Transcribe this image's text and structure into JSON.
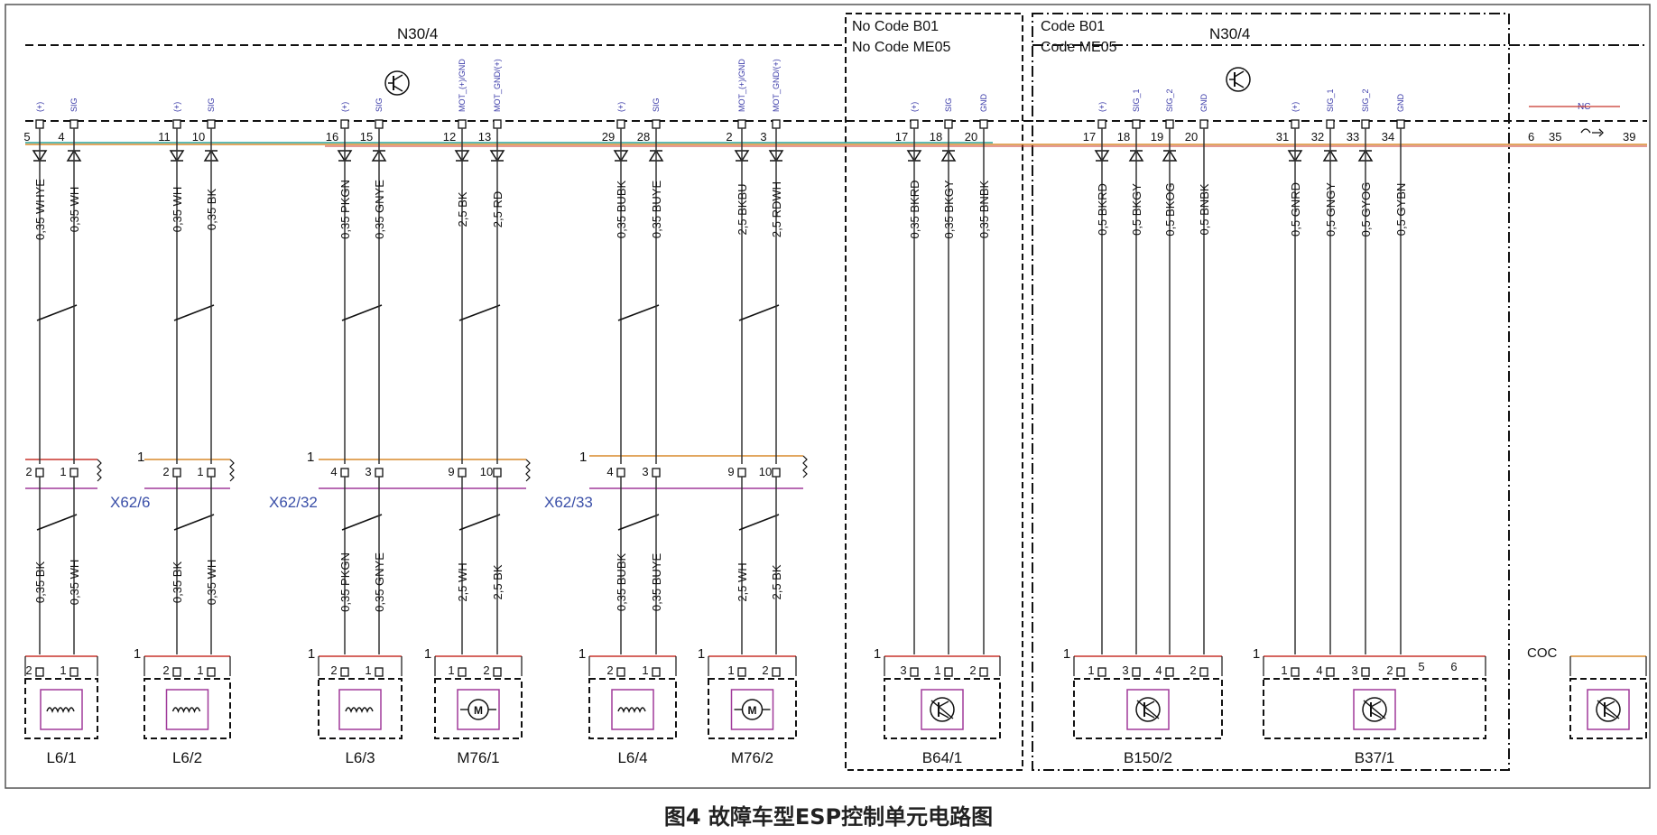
{
  "caption": "图4 故障车型ESP控制单元电路图",
  "colors": {
    "wire": "#222222",
    "frame": "#111111",
    "bus_orange": "#d98a2b",
    "bus_teal": "#2aa39a",
    "bus_red": "#c8342b",
    "pin_label": "#3a3aa8",
    "connector_label": "#3a4fa8",
    "module_purple": "#a03a9a"
  },
  "module": {
    "left_label": "N30/4",
    "right_label": "N30/4"
  },
  "option_boxes": [
    {
      "lines": [
        "No Code B01",
        "No Code ME05"
      ]
    },
    {
      "lines": [
        "Code B01",
        "Code ME05"
      ]
    }
  ],
  "pins": [
    {
      "num": "5",
      "sig": "(+)",
      "wire_top": "0,35 WHYE",
      "wire_bottom": "0,35 BK",
      "inline_pin": "2",
      "comp_pin": "2",
      "arrow": "down"
    },
    {
      "num": "4",
      "sig": "SIG",
      "wire_top": "0,35 WH",
      "wire_bottom": "0,35 WH",
      "inline_pin": "1",
      "comp_pin": "1",
      "arrow": "up"
    },
    {
      "num": "11",
      "sig": "(+)",
      "wire_top": "0,35 WH",
      "wire_bottom": "0,35 BK",
      "inline_pin": "2",
      "comp_pin": "2",
      "arrow": "down"
    },
    {
      "num": "10",
      "sig": "SIG",
      "wire_top": "0,35 BK",
      "wire_bottom": "0,35 WH",
      "inline_pin": "1",
      "comp_pin": "1",
      "arrow": "up"
    },
    {
      "num": "16",
      "sig": "(+)",
      "wire_top": "0,35 PKGN",
      "wire_bottom": "0,35 PKGN",
      "inline_pin": "4",
      "comp_pin": "2",
      "arrow": "down"
    },
    {
      "num": "15",
      "sig": "SIG",
      "wire_top": "0,35 GNYE",
      "wire_bottom": "0,35 GNYE",
      "inline_pin": "3",
      "comp_pin": "1",
      "arrow": "up"
    },
    {
      "num": "12",
      "sig": "MOT_(+)/GND",
      "wire_top": "2,5 BK",
      "wire_bottom": "2,5 WH",
      "inline_pin": "9",
      "comp_pin": "1",
      "arrow": "down"
    },
    {
      "num": "13",
      "sig": "MOT_GND/(+)",
      "wire_top": "2,5 RD",
      "wire_bottom": "2,5 BK",
      "inline_pin": "10",
      "comp_pin": "2",
      "arrow": "down"
    },
    {
      "num": "29",
      "sig": "(+)",
      "wire_top": "0,35 BUBK",
      "wire_bottom": "0,35 BUBK",
      "inline_pin": "4",
      "comp_pin": "2",
      "arrow": "down"
    },
    {
      "num": "28",
      "sig": "SIG",
      "wire_top": "0,35 BUYE",
      "wire_bottom": "0,35 BUYE",
      "inline_pin": "3",
      "comp_pin": "1",
      "arrow": "up"
    },
    {
      "num": "2",
      "sig": "MOT_(+)/GND",
      "wire_top": "2,5 BKBU",
      "wire_bottom": "2,5 WH",
      "inline_pin": "9",
      "comp_pin": "1",
      "arrow": "down"
    },
    {
      "num": "3",
      "sig": "MOT_GND/(+)",
      "wire_top": "2,5 RDWH",
      "wire_bottom": "2,5 BK",
      "inline_pin": "10",
      "comp_pin": "2",
      "arrow": "down"
    },
    {
      "num": "17",
      "sig": "(+)",
      "wire_top": "0,35 BKRD",
      "comp_pin": "3",
      "arrow": "down"
    },
    {
      "num": "18",
      "sig": "SIG",
      "wire_top": "0,35 BKGY",
      "comp_pin": "1",
      "arrow": "up"
    },
    {
      "num": "20",
      "sig": "GND",
      "wire_top": "0,35 BNBK",
      "comp_pin": "2",
      "arrow": "none"
    },
    {
      "num": "17",
      "sig": "(+)",
      "wire_top": "0,5 BKRD",
      "comp_pin": "1",
      "arrow": "down"
    },
    {
      "num": "18",
      "sig": "SIG_1",
      "wire_top": "0,5 BKGY",
      "comp_pin": "3",
      "arrow": "up"
    },
    {
      "num": "19",
      "sig": "SIG_2",
      "wire_top": "0,5 BKOG",
      "comp_pin": "4",
      "arrow": "up"
    },
    {
      "num": "20",
      "sig": "GND",
      "wire_top": "0,5 BNBK",
      "comp_pin": "2",
      "arrow": "none"
    },
    {
      "num": "31",
      "sig": "(+)",
      "wire_top": "0,5 GNRD",
      "comp_pin": "1",
      "arrow": "down"
    },
    {
      "num": "32",
      "sig": "SIG_1",
      "wire_top": "0,5 GNGY",
      "comp_pin": "4",
      "arrow": "up"
    },
    {
      "num": "33",
      "sig": "SIG_2",
      "wire_top": "0,5 GYOG",
      "comp_pin": "3",
      "arrow": "up"
    },
    {
      "num": "34",
      "sig": "GND",
      "wire_top": "0,5 GYBN",
      "comp_pin": "2",
      "arrow": "none"
    }
  ],
  "extra_pins": {
    "p6": "6",
    "p35": "35",
    "p39": "39",
    "nc": "NC"
  },
  "inline_connectors": [
    {
      "label": "X62/6",
      "index": "1"
    },
    {
      "label": "X62/32",
      "index": "1"
    },
    {
      "label": "X62/33",
      "index": "1"
    }
  ],
  "components": [
    {
      "label": "L6/1",
      "icon": "coil-icon"
    },
    {
      "label": "L6/2",
      "icon": "coil-icon",
      "index": "1"
    },
    {
      "label": "L6/3",
      "icon": "coil-icon",
      "index": "1"
    },
    {
      "label": "M76/1",
      "icon": "motor-icon",
      "index": "1",
      "motor": "M"
    },
    {
      "label": "L6/4",
      "icon": "coil-icon",
      "index": "1"
    },
    {
      "label": "M76/2",
      "icon": "motor-icon",
      "index": "1",
      "motor": "M"
    },
    {
      "label": "B64/1",
      "icon": "sensor-icon",
      "index": "1"
    },
    {
      "label": "B150/2",
      "icon": "sensor-icon",
      "index": "1"
    },
    {
      "label": "B37/1",
      "icon": "sensor-icon",
      "index": "1",
      "extra_pins": [
        "5",
        "6"
      ]
    },
    {
      "label": "COC",
      "icon": "sensor-icon"
    }
  ]
}
